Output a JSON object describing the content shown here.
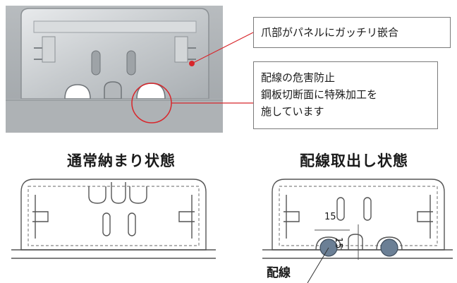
{
  "callouts": {
    "claw_fit": "爪部がパネルにガッチリ嵌合",
    "wiring_line1": "配線の危害防止",
    "wiring_line2": "鋼板切断面に特殊加工を",
    "wiring_line3": "施しています"
  },
  "states": {
    "stored": "通常納まり状態",
    "wiring_out": "配線取出し状態"
  },
  "dimensions": {
    "horizontal": "15",
    "vertical": "15"
  },
  "labels": {
    "wiring": "配線"
  },
  "colors": {
    "accent_red": "#d8262b",
    "metal": "#c4c8cc",
    "line": "#555555",
    "cable": "#6b7f95"
  }
}
